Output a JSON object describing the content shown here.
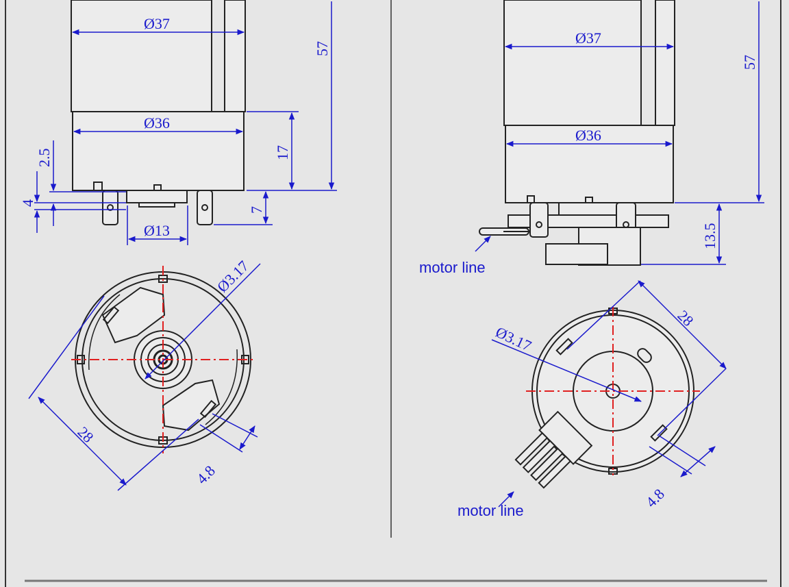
{
  "dims": {
    "d37_left": "Ø37",
    "d36_left": "Ø36",
    "d13": "Ø13",
    "h57_left": "57",
    "h17": "17",
    "h7": "7",
    "h2_5": "2.5",
    "h4": "4",
    "d3_17_left": "Ø3.17",
    "d28_left": "28",
    "d4_8_left": "4.8",
    "d37_right": "Ø37",
    "d36_right": "Ø36",
    "h57_right": "57",
    "h13_5": "13.5",
    "d3_17_right": "Ø3.17",
    "d28_right": "28",
    "d4_8_right": "4.8"
  },
  "notes": {
    "motor_line_top": "motor line",
    "motor_line_bottom": "motor line"
  },
  "colors": {
    "dimension": "#1a1acc",
    "centerline": "#e02020",
    "outline": "#222222",
    "background": "#e6e6e6"
  }
}
